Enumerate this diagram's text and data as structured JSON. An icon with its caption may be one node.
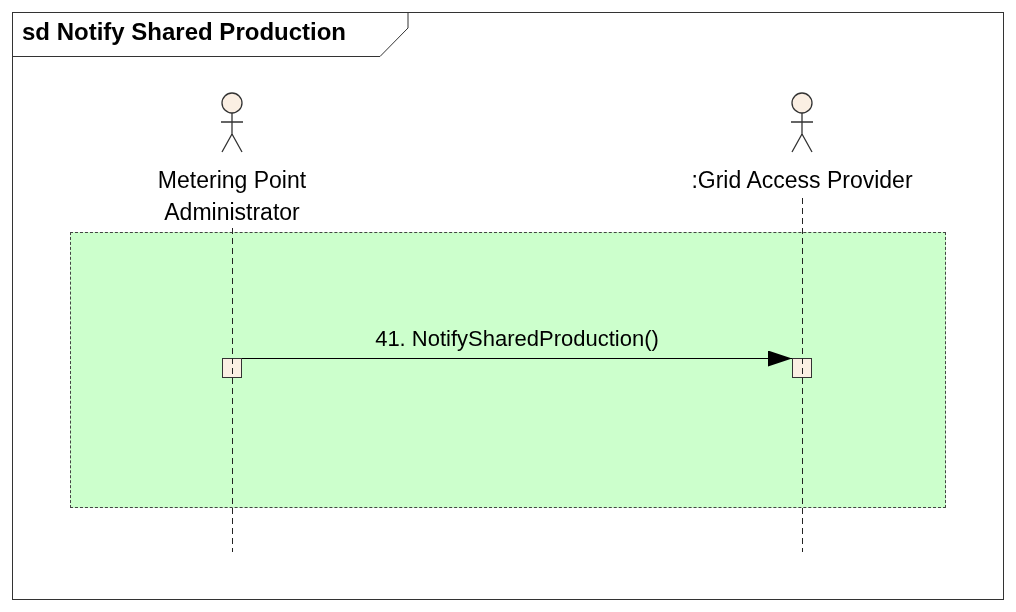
{
  "diagram": {
    "title": "sd Notify Shared Production",
    "nodes": [
      {
        "text": [
          "Metering Point Administrator"
        ]
      },
      {
        "text": [
          ":Grid Access Provider"
        ]
      },
      {
        "text": [],
        "shape": "box"
      },
      {
        "text": [],
        "shape": "box",
        "in": 2
      },
      {
        "text": [],
        "shape": "box",
        "in": 2
      }
    ],
    "edges": [
      {
        "from": 3,
        "to": 4,
        "arrow": "to",
        "label": "41. NotifySharedProduction()"
      }
    ]
  }
}
